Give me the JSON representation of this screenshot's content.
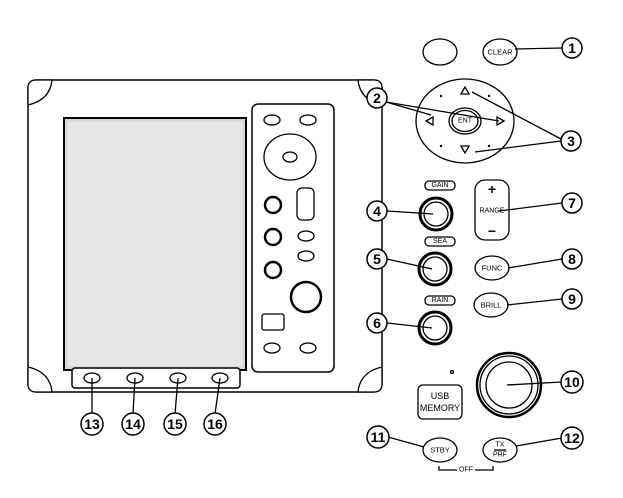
{
  "panel": {
    "clear_label": "CLEAR",
    "ent_label": "ENT",
    "gain_label": "GAIN",
    "sea_label": "SEA",
    "rain_label": "RAIN",
    "range_label": "RANGE",
    "range_plus": "+",
    "range_minus": "−",
    "func_label": "FUNC",
    "brill_label": "BRILL",
    "usb_label_1": "USB",
    "usb_label_2": "MEMORY",
    "stby_label": "STBY",
    "tx_label": "TX",
    "prf_label": "PRF",
    "off_label": "OFF"
  },
  "callouts": [
    "1",
    "2",
    "3",
    "4",
    "5",
    "6",
    "7",
    "8",
    "9",
    "10",
    "11",
    "12",
    "13",
    "14",
    "15",
    "16"
  ]
}
